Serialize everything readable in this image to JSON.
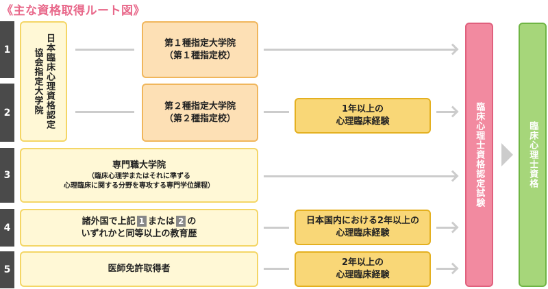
{
  "title": "《主な資格取得ルート図》",
  "rows": [
    "1",
    "2",
    "3",
    "4",
    "5"
  ],
  "association": "日本臨床心理資格認定協会指定大学院",
  "route1": {
    "line1": "第１種指定大学院",
    "line2": "（第１種指定校）"
  },
  "route2": {
    "line1": "第２種指定大学院",
    "line2": "（第２種指定校）",
    "experience_line1": "1年以上の",
    "experience_line2": "心理臨床経験"
  },
  "route3": {
    "line1": "専門職大学院",
    "note1": "（臨床心理学またはそれに準ずる",
    "note2": "心理臨床に関する分野を専攻する専門学位課程）"
  },
  "route4": {
    "text_a": "諸外国で上記",
    "badge1": "1",
    "text_b": "または",
    "badge2": "2",
    "text_c": "の",
    "line2": "いずれかと同等以上の教育歴",
    "experience_line1": "日本国内における2年以上の",
    "experience_line2": "心理臨床経験"
  },
  "route5": {
    "label": "医師免許取得者",
    "experience_line1": "2年以上の",
    "experience_line2": "心理臨床経験"
  },
  "exam": "臨床心理士資格認定試験",
  "qualification": "臨床心理士資格",
  "colors": {
    "title": "#e8688a",
    "exam": "#f28aa0",
    "qualification": "#a6d67a",
    "connector": "#cccccc"
  }
}
